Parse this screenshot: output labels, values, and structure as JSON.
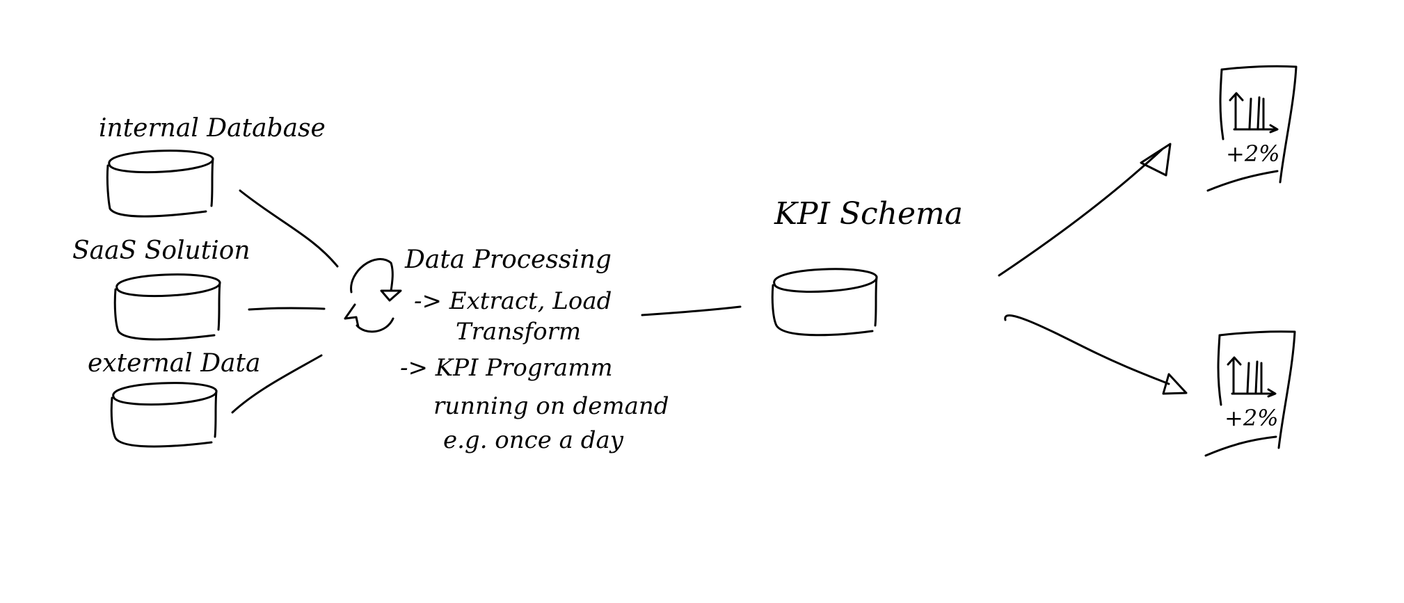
{
  "sources": [
    {
      "label": "internal Database",
      "icon": "database-icon"
    },
    {
      "label": "SaaS Solution",
      "icon": "database-icon"
    },
    {
      "label": "external Data",
      "icon": "database-icon"
    }
  ],
  "processing": {
    "title": "Data Processing",
    "icon": "cycle-icon",
    "lines": [
      "-> Extract, Load",
      "Transform",
      "-> KPI Programm",
      "running on demand",
      "e.g. once a day"
    ]
  },
  "target": {
    "label": "KPI Schema",
    "icon": "database-icon"
  },
  "reports": [
    {
      "icon": "bar-chart-report-icon",
      "value": "+2%"
    },
    {
      "icon": "bar-chart-report-icon",
      "value": "+2%"
    }
  ],
  "colors": {
    "ink": "#000000",
    "background": "#ffffff"
  }
}
